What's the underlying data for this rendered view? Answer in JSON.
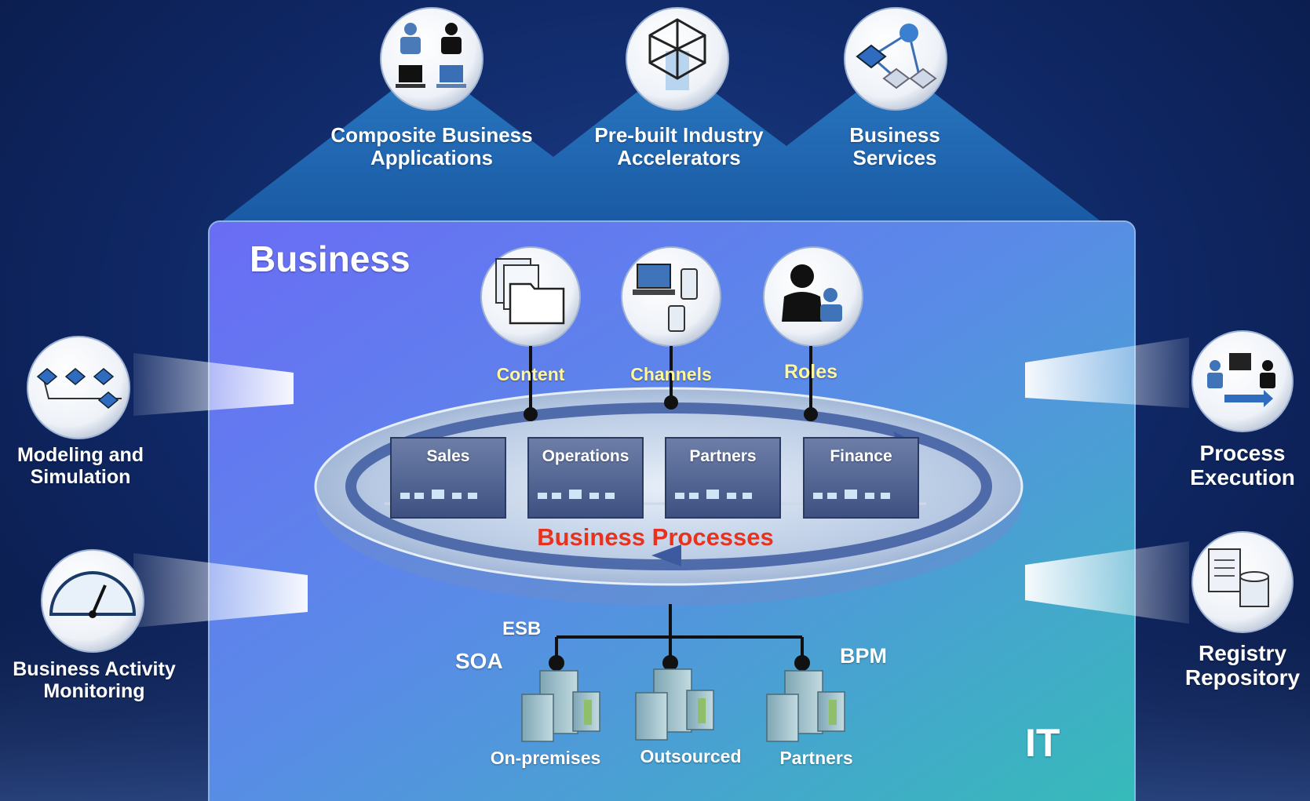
{
  "top_tiles": [
    {
      "lines": [
        "Composite Business",
        "Applications"
      ],
      "icon": "people-computers-icon"
    },
    {
      "lines": [
        "Pre-built Industry",
        "Accelerators"
      ],
      "icon": "cube-icon"
    },
    {
      "lines": [
        "Business",
        "Services"
      ],
      "icon": "service-network-icon"
    }
  ],
  "center": {
    "business_title": "Business",
    "it_label": "IT",
    "context": [
      {
        "label": "Content",
        "icon": "folder-documents-icon"
      },
      {
        "label": "Channels",
        "icon": "devices-icon"
      },
      {
        "label": "Roles",
        "icon": "user-roles-icon"
      }
    ],
    "process_boxes": [
      "Sales",
      "Operations",
      "Partners",
      "Finance"
    ],
    "processes_label": "Business Processes",
    "esb_label": "ESB",
    "soa_label": "SOA",
    "bpm_label": "BPM",
    "sites": [
      "On-premises",
      "Outsourced",
      "Partners"
    ]
  },
  "side_tools": {
    "left": [
      {
        "lines": [
          "Modeling and",
          "Simulation"
        ],
        "icon": "flowchart-icon"
      },
      {
        "lines": [
          "Business Activity",
          "Monitoring"
        ],
        "icon": "gauge-icon"
      }
    ],
    "right": [
      {
        "lines": [
          "Process",
          "Execution"
        ],
        "icon": "process-exchange-icon"
      },
      {
        "lines": [
          "Registry",
          "Repository"
        ],
        "icon": "document-database-icon"
      }
    ]
  },
  "colors": {
    "business_text": "#ffffff",
    "context_text": "#fff79a",
    "processes_text": "#e8321e"
  }
}
